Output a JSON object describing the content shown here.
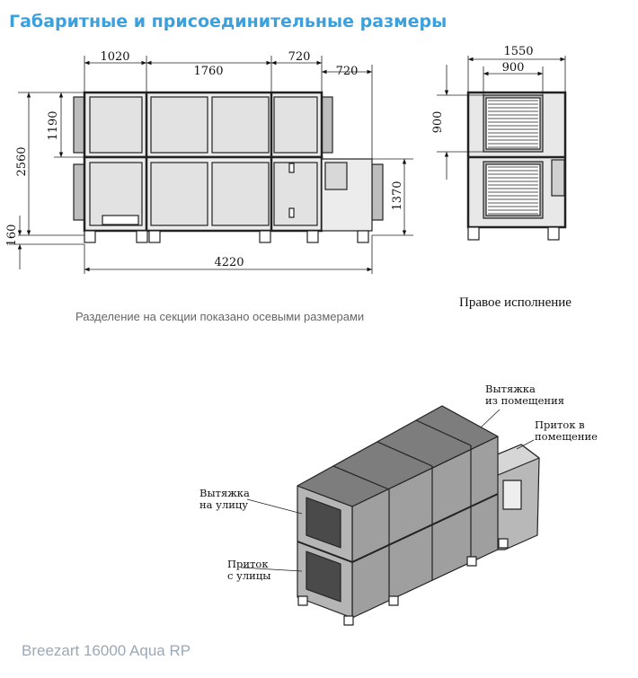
{
  "title": "Габаритные и присоединительные размеры",
  "front_view": {
    "dims": {
      "top_1": "1020",
      "top_2": "1760",
      "top_3": "720",
      "top_4": "720",
      "height_upper": "1190",
      "height_total": "2560",
      "height_lower": "1370",
      "base": "160",
      "length": "4220"
    }
  },
  "side_view": {
    "dims": {
      "width": "1550",
      "opening_width": "900",
      "opening_height": "900"
    }
  },
  "caption": "Разделение на секции показано осевыми размерами",
  "variant": "Правое исполнение",
  "iso_labels": {
    "exhaust_from_room_1": "Вытяжка",
    "exhaust_from_room_2": "из помещения",
    "supply_to_room_1": "Приток в",
    "supply_to_room_2": "помещение",
    "exhaust_to_street_1": "Вытяжка",
    "exhaust_to_street_2": "на улицу",
    "supply_from_street_1": "Приток",
    "supply_from_street_2": "с улицы"
  },
  "model": "Breezart 16000 Aqua RP"
}
